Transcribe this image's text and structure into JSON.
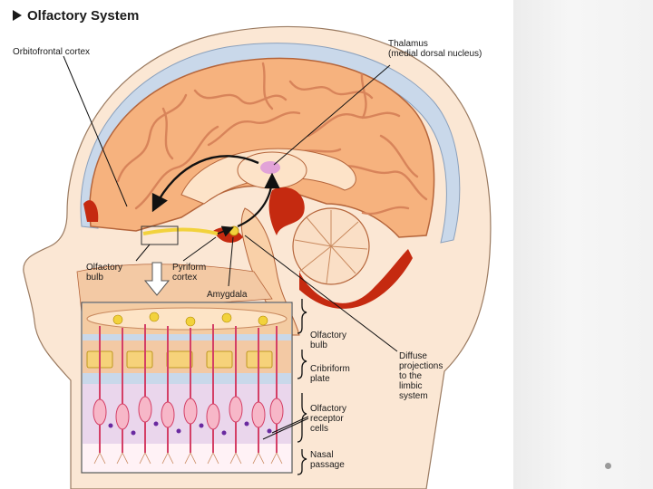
{
  "title": "Olfactory System",
  "labels": {
    "orbitofrontal": "Orbitofrontal cortex",
    "thalamus": "Thalamus\n(medial dorsal nucleus)",
    "olfactory_bulb": "Olfactory\nbulb",
    "pyriform": "Pyriform\ncortex",
    "amygdala": "Amygdala",
    "diffuse": "Diffuse\nprojections\nto the\nlimbic\nsystem",
    "inset_bulb": "Olfactory\nbulb",
    "cribriform": "Cribriform\nplate",
    "receptor": "Olfactory\nreceptor\ncells",
    "nasal": "Nasal\npassage"
  },
  "colors": {
    "brain": "#f6b27e",
    "gyri_line": "#d8845a",
    "skull": "#c9d8ea",
    "skin": "#fbe7d4",
    "cerebellum": "#fadfc6",
    "red": "#c52a10",
    "pink_cell": "#d43f66",
    "purple": "#c9a8d6"
  }
}
